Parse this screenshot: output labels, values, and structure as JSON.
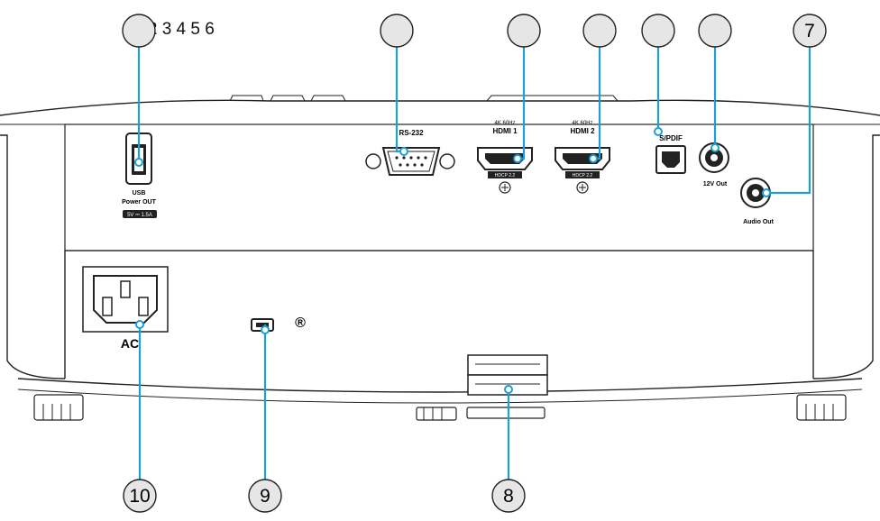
{
  "top_numbers": "1 2 3 4 5 6",
  "callouts": {
    "c7": "7",
    "c8": "8",
    "c9": "9",
    "c10": "10"
  },
  "ports": {
    "usb_line1": "USB",
    "usb_line2": "Power OUT",
    "usb_rating": "5V ⎓ 1.5A",
    "rs232": "RS-232",
    "hdmi1_spec": "4K 60Hz",
    "hdmi1": "HDMI 1",
    "hdmi1_sub": "HDCP 2.2",
    "hdmi2_spec": "4K 60Hz",
    "hdmi2": "HDMI 2",
    "hdmi2_sub": "HDCP 2.2",
    "spdif": "S/PDIF",
    "dc12v": "12V Out",
    "audio_out": "Audio Out",
    "ac": "AC",
    "kensington": "®"
  },
  "colors": {
    "leader": "#1a9fd6",
    "callout_fill": "#e6e6e6",
    "line": "#222222"
  }
}
